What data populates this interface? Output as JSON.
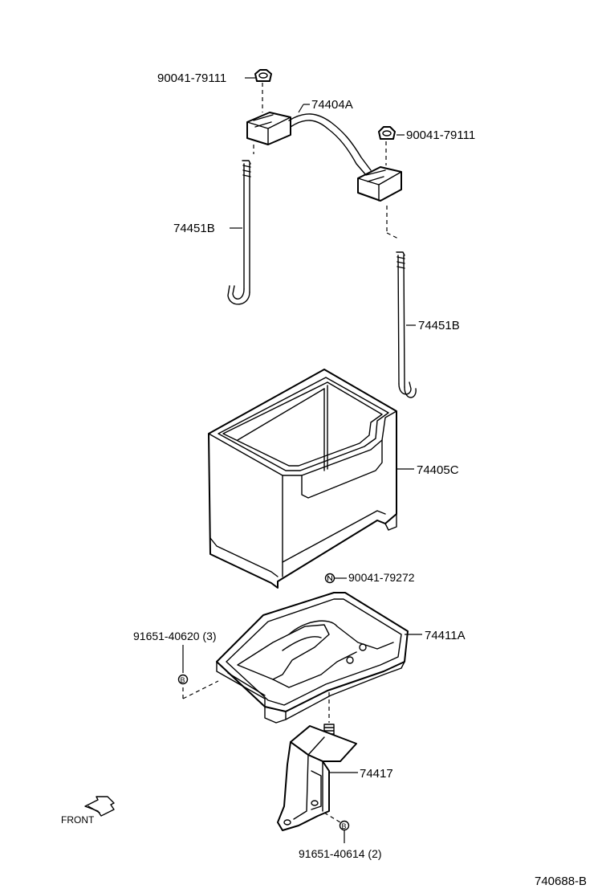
{
  "callouts": {
    "nut_top_left": "90041-79111",
    "nut_top_right": "90041-79111",
    "clamp": "74404A",
    "rod_left": "74451B",
    "rod_right": "74451B",
    "battery_box": "74405C",
    "nut_tray": "90041-79272",
    "bolt_tray": "91651-40620 (3)",
    "tray": "74411A",
    "bracket": "74417",
    "bolt_bracket": "91651-40614 (2)"
  },
  "front_label": "FRONT",
  "diagram_id": "740688-B",
  "icons": {
    "nut": "hex-nut-icon",
    "bolt": "bolt-head-icon",
    "front_arrow": "front-direction-arrow-icon"
  }
}
